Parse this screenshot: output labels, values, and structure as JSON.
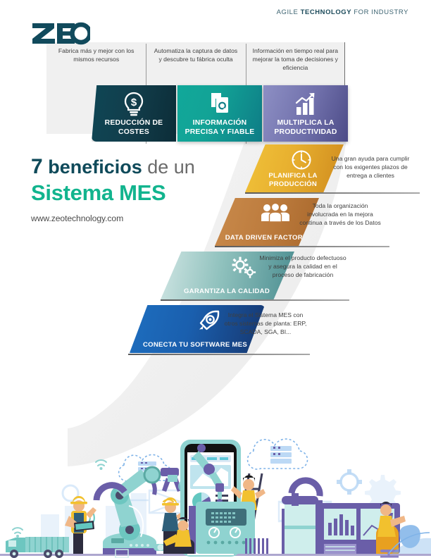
{
  "header": {
    "tagline_pre": "AGILE ",
    "tagline_bold": "TECHNOLOGY",
    "tagline_post": " FOR INDUSTRY",
    "logo_text": "ZEO"
  },
  "top_panel": {
    "descriptions": [
      "Fabrica más y mejor con los mismos recursos",
      "Automatiza la captura de datos y descubre tu fábrica oculta",
      "Información en tiempo real para mejorar la toma de decisiones y eficiencia"
    ]
  },
  "cards": [
    {
      "label": "REDUCCIÓN DE COSTES",
      "icon": "lightbulb-dollar-icon",
      "color": "#0e4655"
    },
    {
      "label": "INFORMACIÓN PRECISA Y FIABLE",
      "icon": "document-search-icon",
      "color": "#11a89a"
    },
    {
      "label": "MULTIPLICA LA PRODUCTIVIDAD",
      "icon": "bar-chart-growth-icon",
      "color": "#6f6faa"
    }
  ],
  "title": {
    "number": "7",
    "bold_word": "beneficios",
    "rest": " de un",
    "line2": "Sistema MES",
    "url": "www.zeotechnology.com"
  },
  "benefits": [
    {
      "label": "PLANIFICA LA PRODUCCIÓN",
      "icon": "clock-icon",
      "color": "#e8b02f",
      "text": "Una gran ayuda para cumplir con los exigentes plazos de entrega a clientes"
    },
    {
      "label": "DATA DRIVEN FACTORY",
      "icon": "people-group-icon",
      "color": "#bd7c3e",
      "text": "Toda la organización involucrada en la mejora continua a través de los Datos"
    },
    {
      "label": "GARANTIZA LA CALIDAD",
      "icon": "gears-icon",
      "color": "#8fc1bd",
      "text": "Minimiza el producto defectuoso y asegura la calidad en el proceso de fabricación"
    },
    {
      "label": "CONECTA TU SOFTWARE MES",
      "icon": "rocket-icon",
      "color": "#1a5fae",
      "text": "Integra el Sistema MES con otros sistemas de planta: ERP, SCADA, SGA, BI..."
    }
  ],
  "colors": {
    "brand_dark": "#0f4a5a",
    "brand_green": "#12b48e",
    "panel_grey": "#f0f0f0",
    "illustration_teal": "#8fd3d0",
    "illustration_purple": "#6a5ea8",
    "illustration_yellow": "#f2c12e"
  },
  "illustration": {
    "name": "industry-4-0-factory-illustration"
  }
}
